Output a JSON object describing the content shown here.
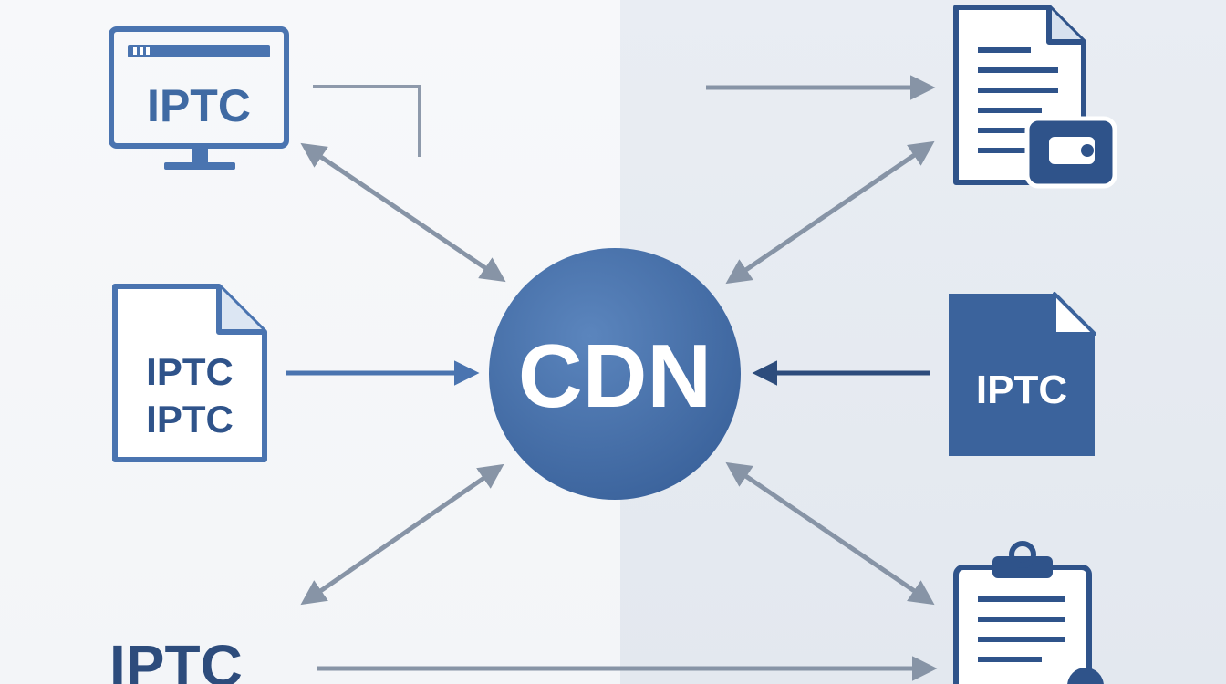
{
  "center": {
    "label": "CDN"
  },
  "nodes": {
    "monitor_label": "IPTC",
    "doc_left_line1": "IPTC",
    "doc_left_line2": "IPTC",
    "doc_right_label": "IPTC",
    "bottom_left_label": "IPTC"
  },
  "colors": {
    "primary": "#3f6aa3",
    "dark": "#2f538a",
    "arrow_gray": "#8794a6",
    "arrow_blue": "#4a74b0",
    "arrow_navy": "#2d4c7c"
  }
}
